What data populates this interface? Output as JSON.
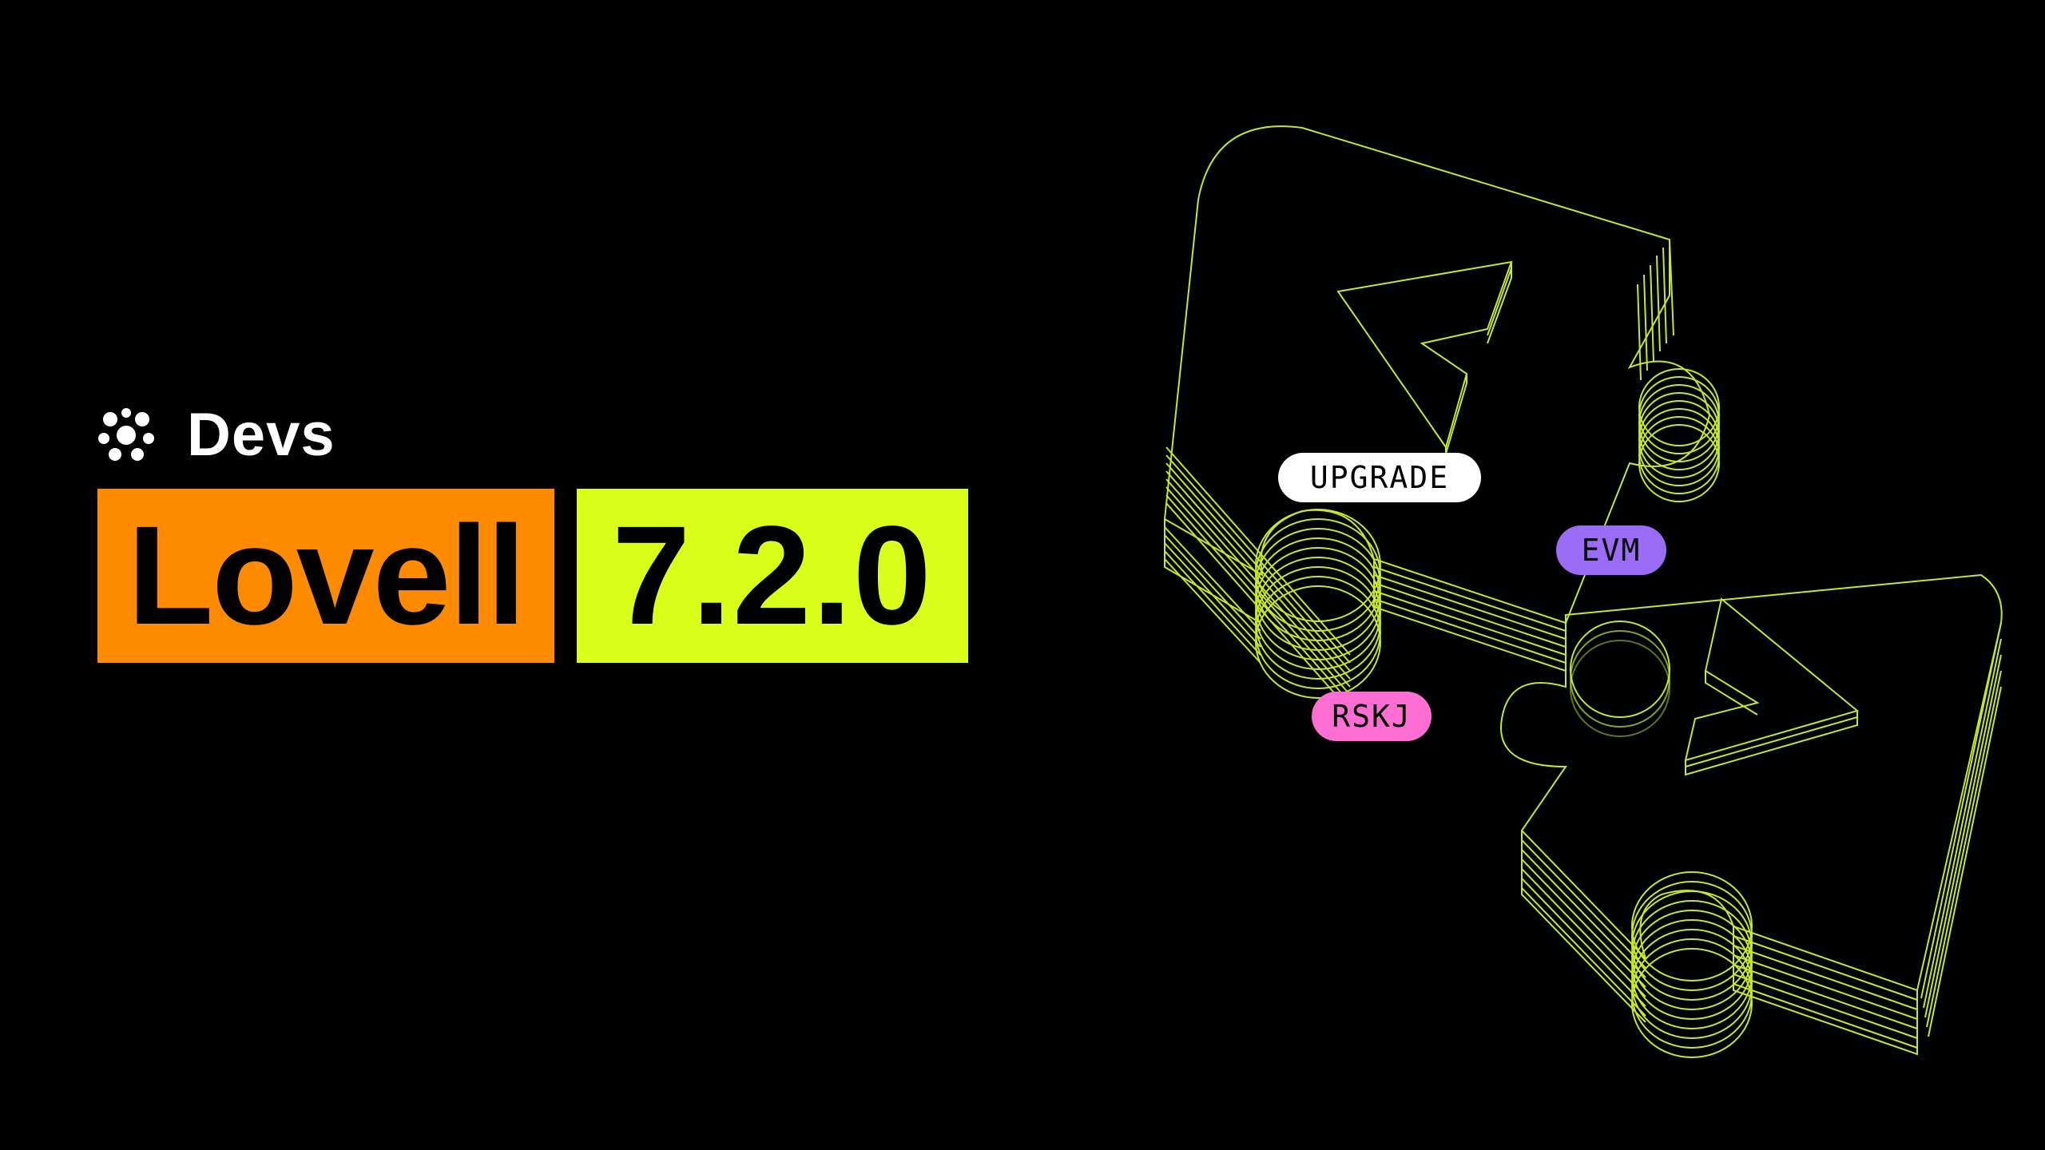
{
  "brand": {
    "icon": "cluster-dots-icon",
    "name": "Devs"
  },
  "title": {
    "name": "Lovell",
    "version": "7.2.0"
  },
  "tags": {
    "upgrade": "UPGRADE",
    "evm": "EVM",
    "rskj": "RSKJ"
  },
  "colors": {
    "background": "#000000",
    "name_block": "#ff8c00",
    "version_block": "#d9ff1a",
    "outline": "#c8e62a",
    "tag_upgrade": "#ffffff",
    "tag_evm": "#9b6cf5",
    "tag_rskj": "#ff6ed2"
  }
}
